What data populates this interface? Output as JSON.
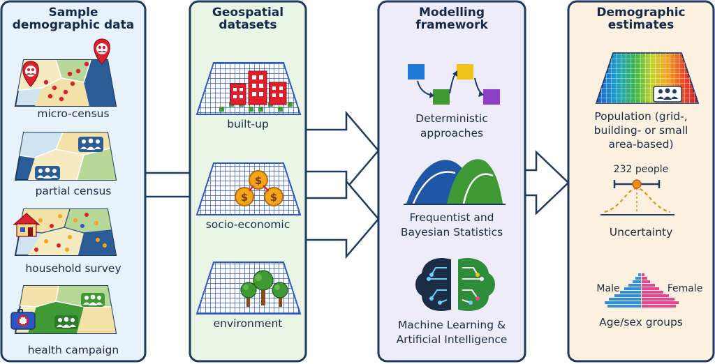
{
  "panels": [
    {
      "title": [
        "Sample",
        "demographic data"
      ],
      "items": [
        "micro-census",
        "partial census",
        "household survey",
        "health campaign"
      ]
    },
    {
      "title": [
        "Geospatial",
        "datasets"
      ],
      "items": [
        "built-up",
        "socio-economic",
        "environment"
      ]
    },
    {
      "title": [
        "Modelling",
        "framework"
      ],
      "items": [
        [
          "Deterministic",
          "approaches"
        ],
        [
          "Frequentist and",
          "Bayesian Statistics"
        ],
        [
          "Machine Learning &",
          "Artificial Intelligence"
        ]
      ]
    },
    {
      "title": [
        "Demographic",
        "estimates"
      ],
      "items": [
        [
          "Population (grid-,",
          "building- or small",
          "area-based)"
        ],
        "Uncertainty",
        "Age/sex groups"
      ],
      "uncertainty_value": "232 people",
      "pyramid": {
        "left_label": "Male",
        "right_label": "Female"
      }
    }
  ],
  "colors": {
    "panel_border": "#1f3a5f",
    "sample_bg": "#e8f2fb",
    "geo_bg": "#e9f6e6",
    "model_bg": "#eeecf8",
    "estimates_bg": "#fcf1e1",
    "grid_blue": "#2a56c6",
    "pin_red": "#d9222f",
    "building_red": "#e01f2b",
    "coin_orange": "#f3a51b",
    "tree_green": "#3f9a35",
    "male_blue": "#2f8fd8",
    "female_pink": "#e8468e",
    "uncertainty_orange": "#f08a1c"
  },
  "icons": [
    "map-pin-icon",
    "people-icon",
    "house-icon",
    "medical-kit-icon",
    "building-icon",
    "dollar-coin-icon",
    "tree-icon",
    "network-graph-icon",
    "bell-curve-icon",
    "ai-brain-icon",
    "population-grid-icon",
    "error-bar-icon",
    "age-pyramid-icon"
  ]
}
